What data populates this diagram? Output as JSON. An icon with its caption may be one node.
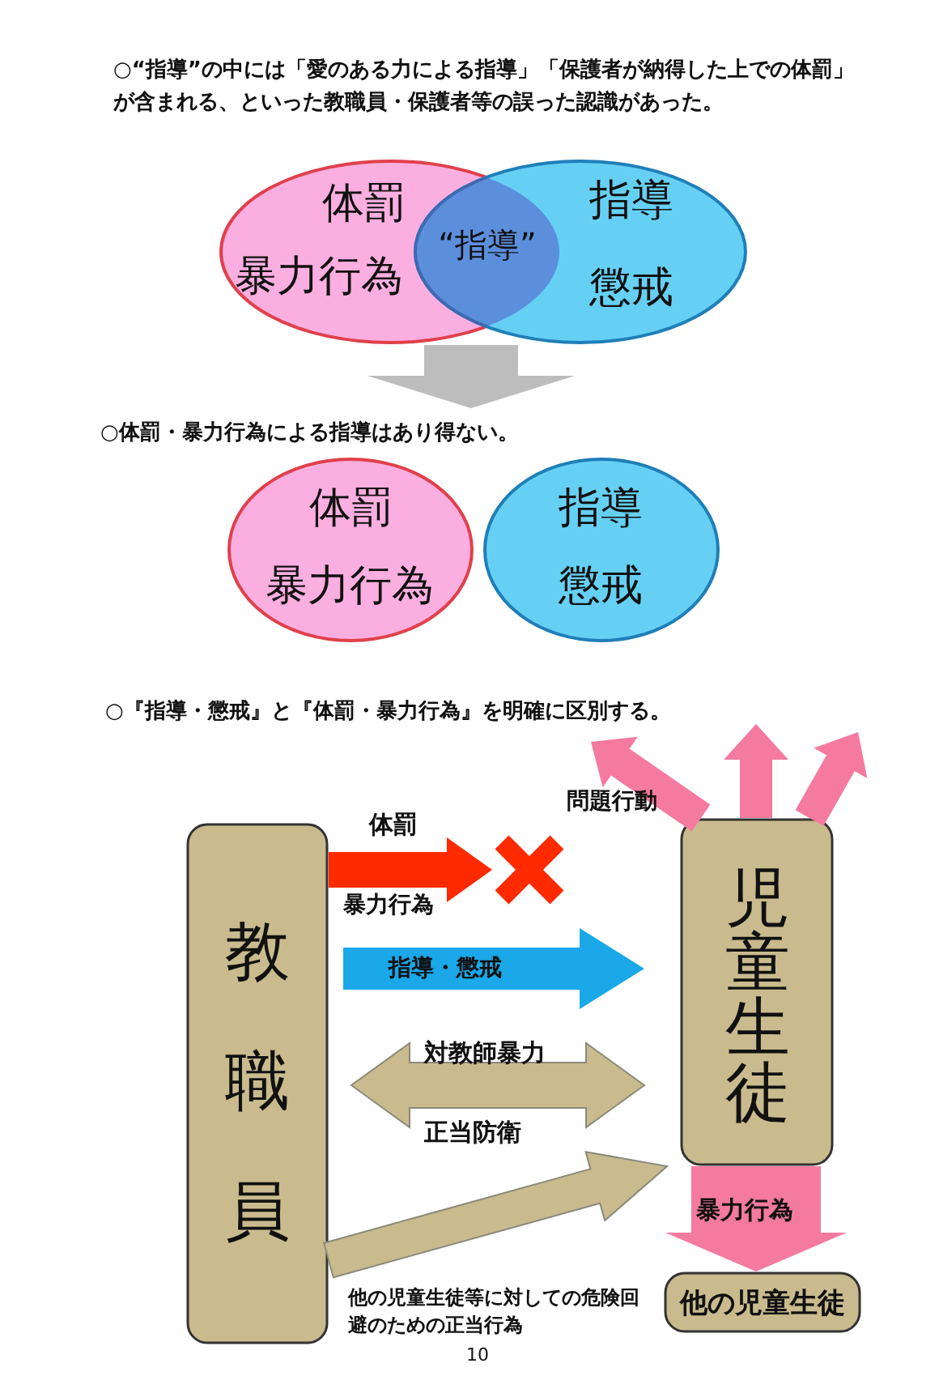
{
  "diagram": {
    "nodes": [
      {
        "text": [
          "体罰",
          "暴力行為"
        ]
      },
      {
        "text": [
          "指導",
          "懲戒"
        ]
      },
      {
        "text": [
          "“指導”"
        ]
      },
      {
        "text": [
          "体罰",
          "暴力行為"
        ]
      },
      {
        "text": [
          "指導",
          "懲戒"
        ]
      },
      {
        "text": [
          "教職員"
        ]
      },
      {
        "text": [
          "児童生徒"
        ]
      },
      {
        "text": [],
        "shape": "cross"
      },
      {
        "text": [
          "他の児童生徒"
        ]
      }
    ],
    "edges": [
      {
        "from": 2,
        "to": null,
        "arrow": "to",
        "color": "#bdbdbd"
      },
      {
        "from": 5,
        "to": 7,
        "arrow": "to",
        "label": "体罰",
        "color": "#ff2a00"
      },
      {
        "from": 5,
        "to": 6,
        "arrow": "to",
        "label": "指導・懲戒",
        "color": "#1aa8e8"
      },
      {
        "from": 5,
        "to": 6,
        "arrow": "both",
        "label": "対教師暴力",
        "color": "#c9bb8e"
      },
      {
        "from": 5,
        "to": 6,
        "arrow": "to",
        "label": "他の児童生徒等に対しての危険回避のための正当行為",
        "color": "#c9bb8e"
      },
      {
        "from": 6,
        "to": 8,
        "arrow": "to",
        "label": "暴力行為",
        "color": "#f57aa0"
      },
      {
        "from": 6,
        "to": null,
        "arrow": "to",
        "color": "#f57aa0"
      },
      {
        "from": 6,
        "to": null,
        "arrow": "to",
        "color": "#f57aa0"
      },
      {
        "from": 6,
        "to": null,
        "arrow": "to",
        "color": "#f57aa0"
      }
    ],
    "labels": [
      "○“指導”の中には「愛のある力による指導」「保護者が納得した上での体罰」が含まれる、といった教職員・保護者等の誤った認識があった。",
      "○体罰・暴力行為による指導はあり得ない。",
      "○『指導・懲戒』と『体罰・暴力行為』を明確に区別する。",
      "問題行動",
      "暴力行為",
      "正当防衛",
      "10"
    ]
  }
}
